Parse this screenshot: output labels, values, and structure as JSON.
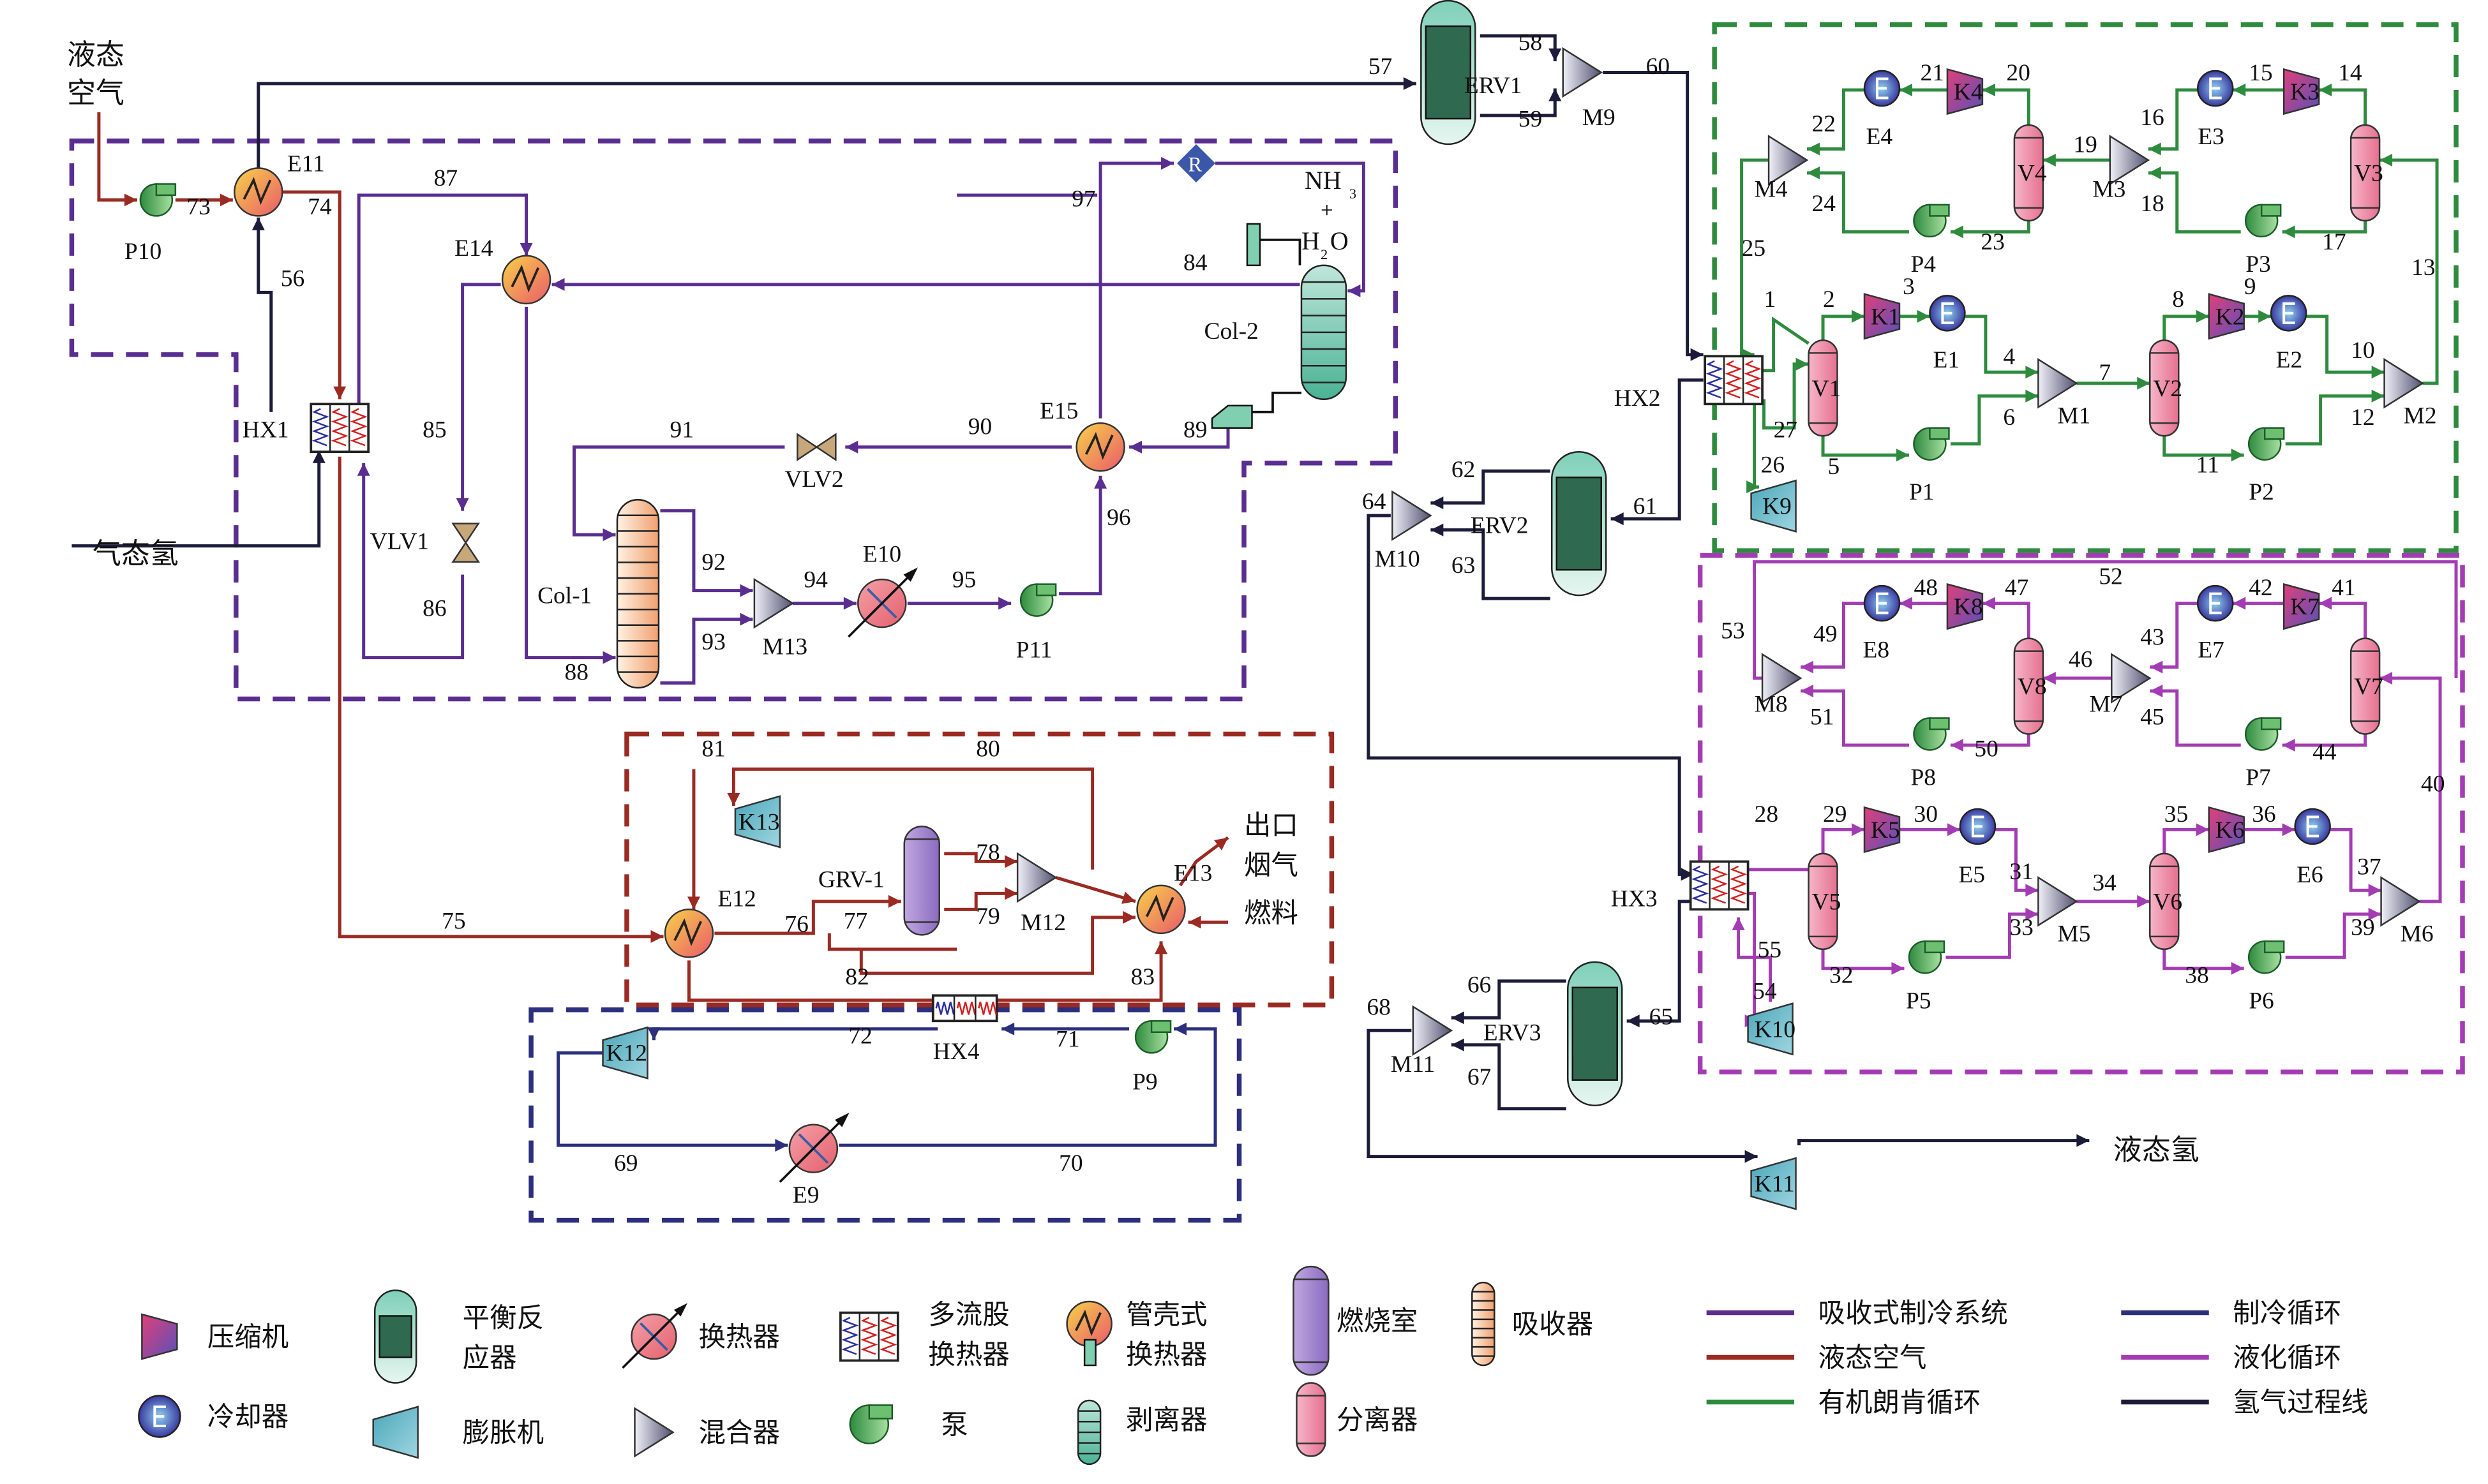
{
  "colors": {
    "absorption_refrigeration": "#5a2e91",
    "liquid_air": "#9a2a22",
    "orc": "#2e8b3e",
    "refrigeration_cycle": "#2b2f7e",
    "liquefaction_cycle": "#a33cb2",
    "hydrogen_line": "#1c1c3a"
  },
  "texts": {
    "liquid_air_in_1": "液态",
    "liquid_air_in_2": "空气",
    "gaseous_h2": "气态氢",
    "liquid_h2": "液态氢",
    "nh3": "NH",
    "nh3_sub": "3",
    "plus": "+",
    "h2o_h": "H",
    "h2o_sub": "2",
    "h2o_o": "O",
    "exhaust_1": "出口",
    "exhaust_2": "烟气",
    "fuel": "燃料",
    "reactor_R": "R"
  },
  "equipment": [
    {
      "label": "P10",
      "icon": "pump"
    },
    {
      "label": "E11",
      "icon": "shell-tube-hx"
    },
    {
      "label": "HX1",
      "icon": "multi-stream-hx"
    },
    {
      "label": "E14",
      "icon": "shell-tube-hx"
    },
    {
      "label": "Col-2",
      "icon": "column"
    },
    {
      "label": "E15",
      "icon": "shell-tube-hx"
    },
    {
      "label": "VLV2",
      "icon": "valve"
    },
    {
      "label": "VLV1",
      "icon": "valve"
    },
    {
      "label": "Col-1",
      "icon": "absorber"
    },
    {
      "label": "M13",
      "icon": "mixer"
    },
    {
      "label": "E10",
      "icon": "heat-exchanger"
    },
    {
      "label": "P11",
      "icon": "pump"
    },
    {
      "label": "ERV1",
      "icon": "equilibrium-reactor"
    },
    {
      "label": "M9",
      "icon": "mixer"
    },
    {
      "label": "HX2",
      "icon": "multi-stream-hx"
    },
    {
      "label": "ERV2",
      "icon": "equilibrium-reactor"
    },
    {
      "label": "M10",
      "icon": "mixer"
    },
    {
      "label": "HX3",
      "icon": "multi-stream-hx"
    },
    {
      "label": "ERV3",
      "icon": "equilibrium-reactor"
    },
    {
      "label": "M11",
      "icon": "mixer"
    },
    {
      "label": "K11",
      "icon": "expander"
    },
    {
      "label": "E12",
      "icon": "shell-tube-hx"
    },
    {
      "label": "K13",
      "icon": "expander"
    },
    {
      "label": "GRV-1",
      "icon": "combustor"
    },
    {
      "label": "M12",
      "icon": "mixer"
    },
    {
      "label": "E13",
      "icon": "shell-tube-hx"
    },
    {
      "label": "HX4",
      "icon": "multi-stream-hx"
    },
    {
      "label": "P9",
      "icon": "pump"
    },
    {
      "label": "K12",
      "icon": "expander"
    },
    {
      "label": "E9",
      "icon": "heat-exchanger"
    },
    {
      "label": "V1",
      "icon": "separator"
    },
    {
      "label": "K1",
      "icon": "compressor"
    },
    {
      "label": "E1",
      "icon": "cooler"
    },
    {
      "label": "M1",
      "icon": "mixer"
    },
    {
      "label": "P1",
      "icon": "pump"
    },
    {
      "label": "V2",
      "icon": "separator"
    },
    {
      "label": "K2",
      "icon": "compressor"
    },
    {
      "label": "E2",
      "icon": "cooler"
    },
    {
      "label": "M2",
      "icon": "mixer"
    },
    {
      "label": "P2",
      "icon": "pump"
    },
    {
      "label": "K9",
      "icon": "expander"
    },
    {
      "label": "V3",
      "icon": "separator"
    },
    {
      "label": "K3",
      "icon": "compressor"
    },
    {
      "label": "E3",
      "icon": "cooler"
    },
    {
      "label": "M3",
      "icon": "mixer"
    },
    {
      "label": "P3",
      "icon": "pump"
    },
    {
      "label": "V4",
      "icon": "separator"
    },
    {
      "label": "K4",
      "icon": "compressor"
    },
    {
      "label": "E4",
      "icon": "cooler"
    },
    {
      "label": "M4",
      "icon": "mixer"
    },
    {
      "label": "P4",
      "icon": "pump"
    },
    {
      "label": "V7",
      "icon": "separator"
    },
    {
      "label": "K7",
      "icon": "compressor"
    },
    {
      "label": "E7",
      "icon": "cooler"
    },
    {
      "label": "M7",
      "icon": "mixer"
    },
    {
      "label": "P7",
      "icon": "pump"
    },
    {
      "label": "V8",
      "icon": "separator"
    },
    {
      "label": "K8",
      "icon": "compressor"
    },
    {
      "label": "E8",
      "icon": "cooler"
    },
    {
      "label": "M8",
      "icon": "mixer"
    },
    {
      "label": "P8",
      "icon": "pump"
    },
    {
      "label": "V5",
      "icon": "separator"
    },
    {
      "label": "K5",
      "icon": "compressor"
    },
    {
      "label": "E5",
      "icon": "cooler"
    },
    {
      "label": "M5",
      "icon": "mixer"
    },
    {
      "label": "P5",
      "icon": "pump"
    },
    {
      "label": "V6",
      "icon": "separator"
    },
    {
      "label": "K6",
      "icon": "compressor"
    },
    {
      "label": "E6",
      "icon": "cooler"
    },
    {
      "label": "M6",
      "icon": "mixer"
    },
    {
      "label": "P6",
      "icon": "pump"
    },
    {
      "label": "K10",
      "icon": "expander"
    }
  ],
  "streams": [
    "1",
    "2",
    "3",
    "4",
    "5",
    "6",
    "7",
    "8",
    "9",
    "10",
    "11",
    "12",
    "13",
    "14",
    "15",
    "16",
    "17",
    "18",
    "19",
    "20",
    "21",
    "22",
    "23",
    "24",
    "25",
    "26",
    "27",
    "28",
    "29",
    "30",
    "31",
    "32",
    "33",
    "34",
    "35",
    "36",
    "37",
    "38",
    "39",
    "40",
    "41",
    "42",
    "43",
    "44",
    "45",
    "46",
    "47",
    "48",
    "49",
    "50",
    "51",
    "52",
    "53",
    "54",
    "55",
    "56",
    "57",
    "58",
    "59",
    "60",
    "61",
    "62",
    "63",
    "64",
    "65",
    "66",
    "67",
    "68",
    "69",
    "70",
    "71",
    "72",
    "73",
    "74",
    "75",
    "76",
    "77",
    "78",
    "79",
    "80",
    "81",
    "82",
    "83",
    "84",
    "85",
    "86",
    "87",
    "88",
    "89",
    "90",
    "91",
    "92",
    "93",
    "94",
    "95",
    "96",
    "97"
  ],
  "legend": {
    "equipment": [
      {
        "icon": "compressor",
        "label": "压缩机"
      },
      {
        "icon": "cooler",
        "label": "冷却器"
      },
      {
        "icon": "equilibrium-reactor",
        "label_1": "平衡反",
        "label_2": "应器"
      },
      {
        "icon": "expander",
        "label": "膨胀机"
      },
      {
        "icon": "heat-exchanger",
        "label": "换热器"
      },
      {
        "icon": "mixer",
        "label": "混合器"
      },
      {
        "icon": "multi-stream-hx",
        "label_1": "多流股",
        "label_2": "换热器"
      },
      {
        "icon": "pump",
        "label": "泵"
      },
      {
        "icon": "shell-tube-hx",
        "label_1": "管壳式",
        "label_2": "换热器"
      },
      {
        "icon": "stripper",
        "label": "剥离器"
      },
      {
        "icon": "combustor",
        "label": "燃烧室"
      },
      {
        "icon": "separator",
        "label": "分离器"
      },
      {
        "icon": "absorber",
        "label": "吸收器"
      }
    ],
    "lines": [
      {
        "label": "吸收式制冷系统",
        "color": "#5a2e91"
      },
      {
        "label": "液态空气",
        "color": "#9a2a22"
      },
      {
        "label": "有机朗肯循环",
        "color": "#2e8b3e"
      },
      {
        "label": "制冷循环",
        "color": "#2b2f7e"
      },
      {
        "label": "液化循环",
        "color": "#a33cb2"
      },
      {
        "label": "氢气过程线",
        "color": "#1c1c3a"
      }
    ]
  }
}
